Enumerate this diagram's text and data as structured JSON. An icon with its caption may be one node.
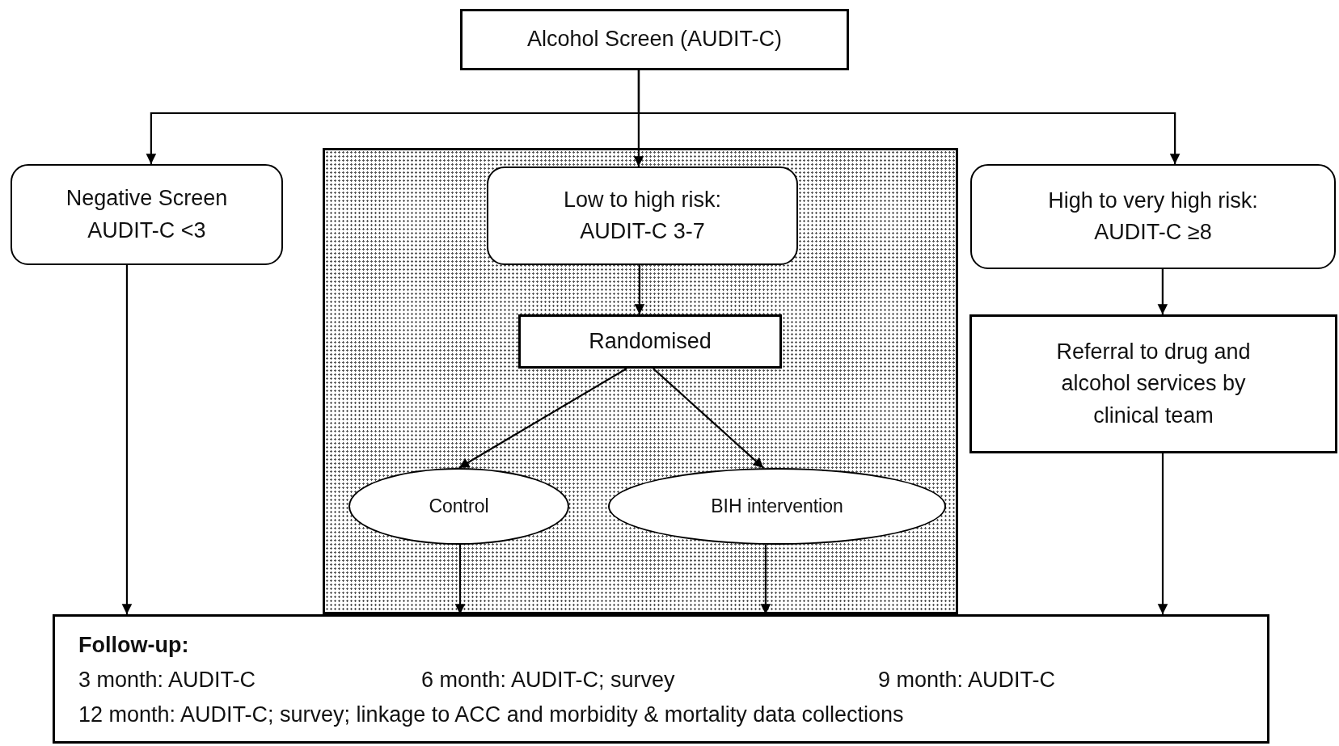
{
  "diagram": {
    "nodes": [
      {
        "text": [
          "Alcohol Screen (AUDIT-C)"
        ]
      },
      {
        "text": [
          "Negative Screen",
          "AUDIT-C <3"
        ]
      },
      {
        "text": [],
        "shape": "box"
      },
      {
        "text": [
          "Low to high risk:",
          "AUDIT-C 3-7"
        ],
        "in": 2
      },
      {
        "text": [
          "Randomised"
        ],
        "in": 2
      },
      {
        "text": [
          "Control"
        ],
        "in": 2
      },
      {
        "text": [
          "BIH intervention"
        ],
        "in": 2
      },
      {
        "text": [
          "High to very high risk:",
          "AUDIT-C ≥8"
        ]
      },
      {
        "text": [
          "Referral to drug and alcohol services by clinical team"
        ]
      },
      {
        "text": [
          "Follow-up:",
          "3 month: AUDIT-C",
          "6 month: AUDIT-C; survey",
          "9 month: AUDIT-C",
          "12 month: AUDIT-C; survey; linkage to ACC and morbidity & mortality data collections"
        ]
      }
    ],
    "edges": [
      {
        "from": 0,
        "to": 1,
        "arrow": "to"
      },
      {
        "from": 0,
        "to": 3,
        "arrow": "to"
      },
      {
        "from": 0,
        "to": 7,
        "arrow": "to"
      },
      {
        "from": 3,
        "to": 4,
        "arrow": "to"
      },
      {
        "from": 4,
        "to": 5,
        "arrow": "to"
      },
      {
        "from": 4,
        "to": 6,
        "arrow": "to"
      },
      {
        "from": 1,
        "to": 9,
        "arrow": "to"
      },
      {
        "from": 5,
        "to": 9,
        "arrow": "to"
      },
      {
        "from": 6,
        "to": 9,
        "arrow": "to"
      },
      {
        "from": 7,
        "to": 8,
        "arrow": "to"
      },
      {
        "from": 8,
        "to": 9,
        "arrow": "to"
      }
    ]
  }
}
